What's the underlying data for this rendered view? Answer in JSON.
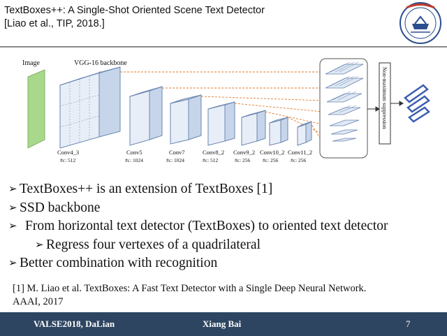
{
  "header": {
    "title_line1": "TextBoxes++: A Single-Shot Oriented Scene Text Detector",
    "title_line2": "[Liao et al., TIP, 2018.]"
  },
  "diagram": {
    "image_label": "Image",
    "backbone_label": "VGG-16 backbone",
    "nms_label": "Non-maximum suppression",
    "layers": [
      {
        "name": "Conv4_3",
        "channels": "#c: 512"
      },
      {
        "name": "Conv5",
        "channels": "#c: 1024"
      },
      {
        "name": "Conv7",
        "channels": "#c: 1024"
      },
      {
        "name": "Conv8_2",
        "channels": "#c: 512"
      },
      {
        "name": "Conv9_2",
        "channels": "#c: 256"
      },
      {
        "name": "Conv10_2",
        "channels": "#c: 256"
      },
      {
        "name": "Conv11_2",
        "channels": "#c: 256"
      }
    ],
    "colors": {
      "image": "#a9d88c",
      "layer": "#dfe8f4",
      "layer_side": "#c6d5ea",
      "edge": "#6a86b0",
      "connector": "#e07a2b"
    }
  },
  "bullets": [
    "TextBoxes++ is an extension of TextBoxes [1]",
    "SSD backbone",
    "From horizontal text detector (TextBoxes) to oriented text detector",
    "Regress four vertexes of a quadrilateral",
    "Better combination with recognition"
  ],
  "reference": {
    "line1": "[1] M. Liao et al. TextBoxes: A Fast Text Detector with a Single Deep Neural Network.",
    "line2": "AAAI, 2017"
  },
  "footer": {
    "left": "VALSE2018, DaLian",
    "center": "Xiang Bai",
    "page": "7",
    "color": "#2d4561"
  }
}
